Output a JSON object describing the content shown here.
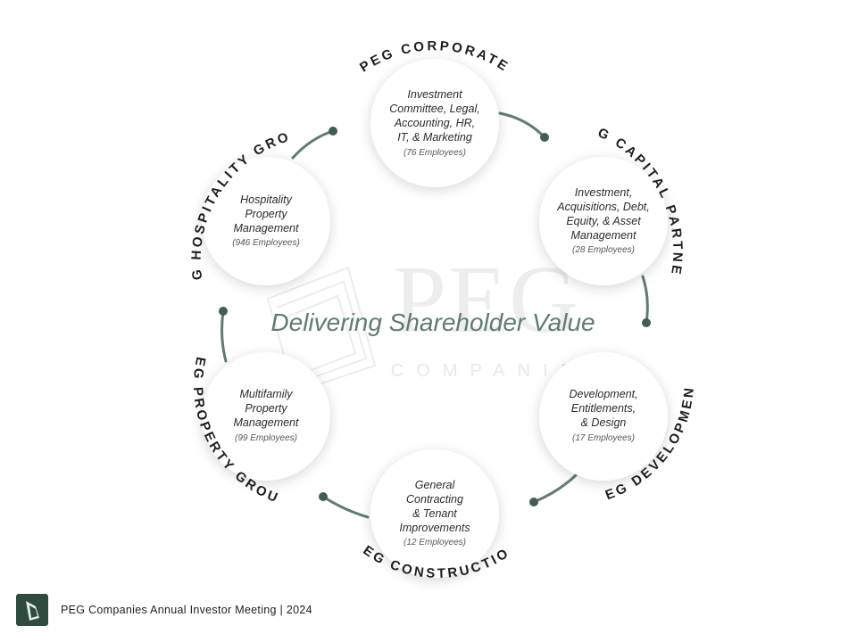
{
  "center_text": "Delivering Shareholder Value",
  "watermark": {
    "wordmark": "PEG",
    "subtitle": "COMPANIES"
  },
  "divisions": [
    {
      "id": "corporate",
      "label": "PEG CORPORATE",
      "lines": [
        "Investment",
        "Committee, Legal,",
        "Accounting, HR,",
        "IT, & Marketing"
      ],
      "employees": "(76 Employees)"
    },
    {
      "id": "capital-partners",
      "label": "PEG CAPITAL PARTNERS",
      "lines": [
        "Investment,",
        "Acquisitions, Debt,",
        "Equity, & Asset",
        "Management"
      ],
      "employees": "(28 Employees)"
    },
    {
      "id": "development",
      "label": "PEG DEVELOPMENT",
      "lines": [
        "Development,",
        "Entitlements,",
        "& Design"
      ],
      "employees": "(17 Employees)"
    },
    {
      "id": "construction",
      "label": "PEG CONSTRUCTION",
      "lines": [
        "General",
        "Contracting",
        "& Tenant",
        "Improvements"
      ],
      "employees": "(12 Employees)"
    },
    {
      "id": "property-group",
      "label": "PEG PROPERTY GROUP",
      "lines": [
        "Multifamily",
        "Property",
        "Management"
      ],
      "employees": "(99 Employees)"
    },
    {
      "id": "hospitality-group",
      "label": "PEG HOSPITALITY GROUP",
      "lines": [
        "Hospitality",
        "Property",
        "Management"
      ],
      "employees": "(946 Employees)"
    }
  ],
  "colors": {
    "accent": "#5f7c6f",
    "dot": "#3f5f52",
    "logo": "#2f4a3e"
  },
  "footer": {
    "text": "PEG Companies Annual Investor Meeting | 2024",
    "logo_icon": "peg-logo-icon"
  }
}
